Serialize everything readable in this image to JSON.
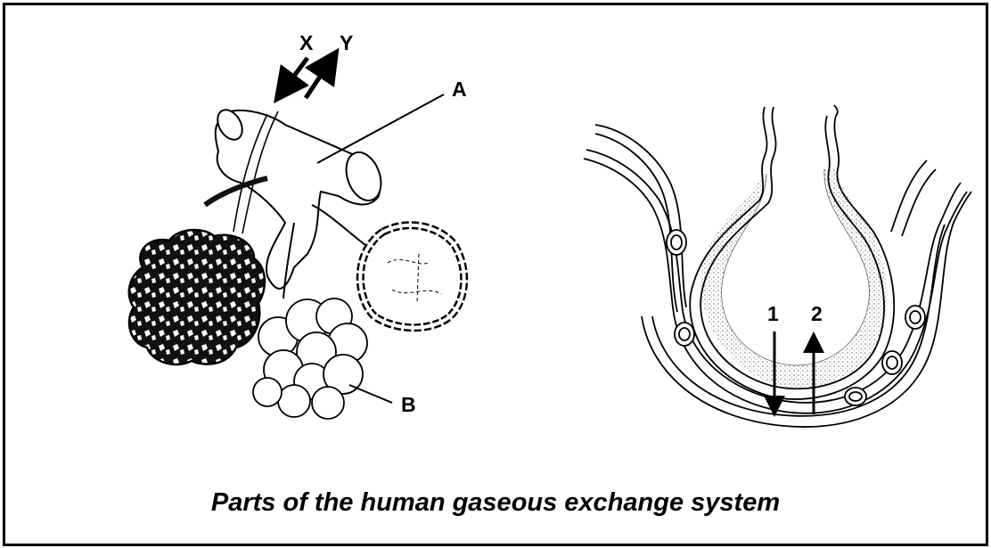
{
  "figure": {
    "caption": "Parts of the human gaseous exchange system",
    "left_diagram": {
      "labels": {
        "x": "X",
        "y": "Y",
        "a": "A",
        "b": "B"
      }
    },
    "right_diagram": {
      "labels": {
        "one": "1",
        "two": "2"
      }
    }
  },
  "colors": {
    "ink": "#000000",
    "paper": "#ffffff",
    "stipple": "#999999"
  }
}
